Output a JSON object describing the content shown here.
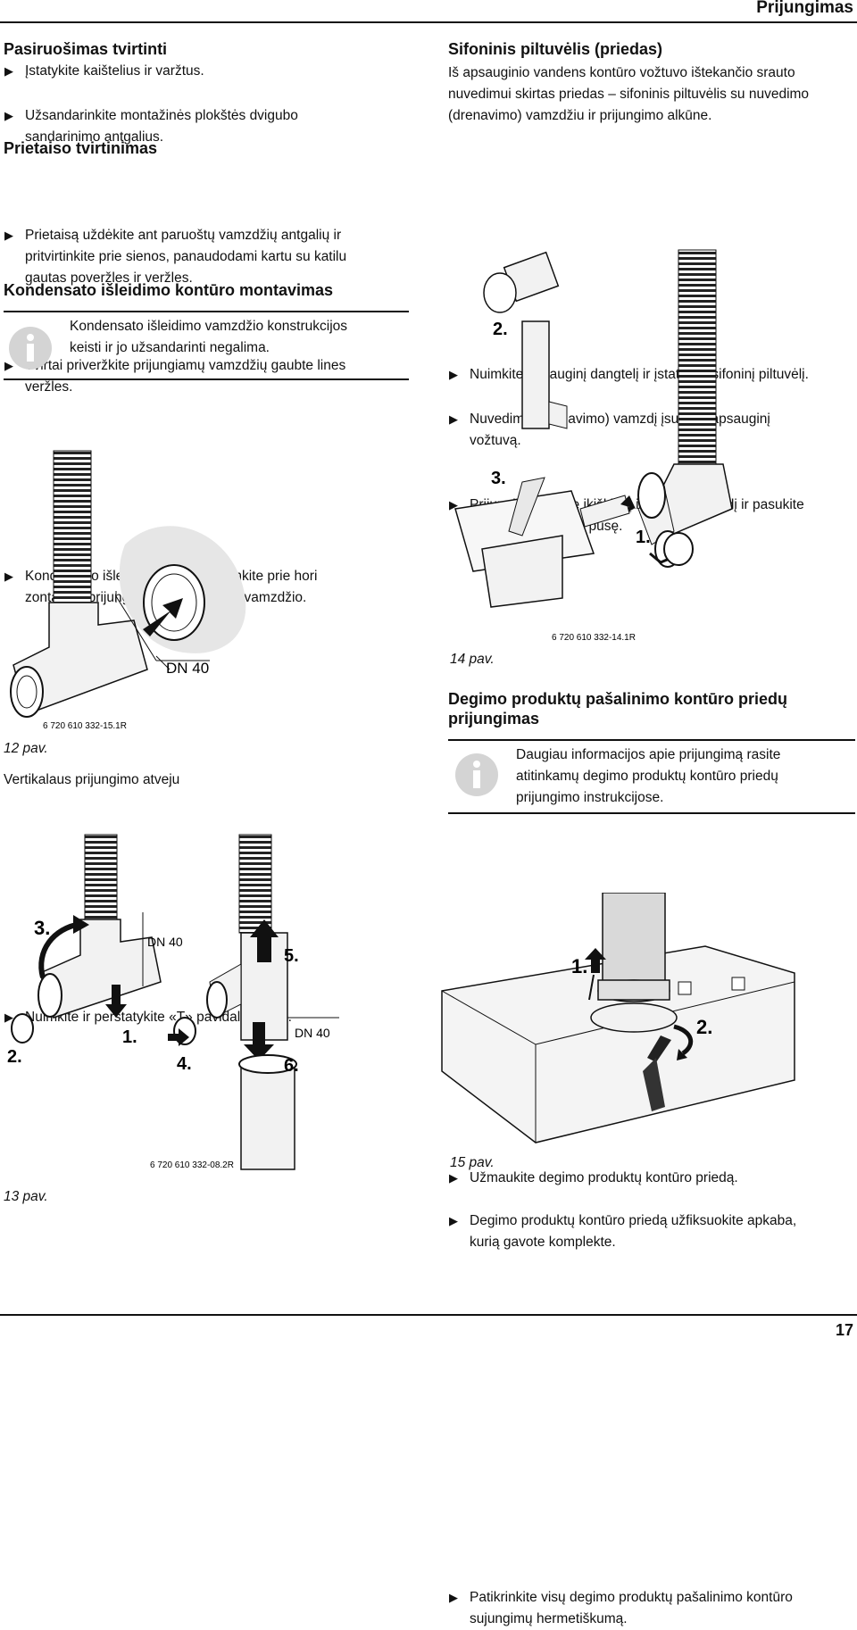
{
  "header": {
    "title": "Prijungimas"
  },
  "left": {
    "s1": {
      "title": "Pasiruošimas tvirtinti",
      "b1": "Įstatykite kaištelius ir varžtus.",
      "b2a": "Užsandarinkite montažinės plokštės dvigubo",
      "b2b": "sandarinimo antgalius."
    },
    "s2": {
      "title": "Prietaiso tvirtinimas",
      "b1a": "Prietaisą uždėkite ant paruoštų vamzdžių antgalių ir",
      "b1b": "pritvirtinkite prie sienos, panaudodami kartu su katilu",
      "b1c": "gautas poveržles ir veržles.",
      "b2a": "Tvirtai priveržkite prijungiamų vamzdžių gaubte lines",
      "b2b": "veržles."
    },
    "s3": {
      "title": "Kondensato išleidimo kontūro montavimas",
      "info1": "Kondensato išleidimo vamzdžio konstrukcijos",
      "info2": "keisti ir jo užsandarinti negalima.",
      "b1a": "Kondensato išleidimo vamzdį prijunkite prie hori",
      "b1b": "zontalaus prijungimo DN 40 atvado vamzdžio."
    },
    "fig12": {
      "label_dn": "DN 40",
      "code": "6 720 610 332-15.1R",
      "caption": "12 pav."
    },
    "vertical": {
      "title": "Vertikalaus prijungimo atveju",
      "b1": "Nuimkite ir perstatykite «T» pavidalo trišakį."
    },
    "fig13": {
      "dn1": "DN 40",
      "dn2": "DN 40",
      "n1": "1.",
      "n2": "2.",
      "n3": "3.",
      "n4": "4.",
      "n5": "5.",
      "n6": "6.",
      "code": "6 720 610 332-08.2R",
      "caption": "13 pav."
    }
  },
  "right": {
    "s1": {
      "title": "Sifoninis piltuvėlis (priedas)",
      "p1": "Iš apsauginio vandens kontūro vožtuvo ištekančio srauto",
      "p2": "nuvedimui skirtas priedas – sifoninis piltuvėlis su nuvedimo",
      "p3": "(drenavimo) vamzdžiu ir prijungimo alkūne.",
      "b1": "Nuimkite apsauginį dangtelį ir įstatykite sifoninį piltuvėlį.",
      "b2a": "Nuvedimo (drenavimo) vamzdį įsukite į apsauginį",
      "b2b": "vožtuvą.",
      "b3a": "Prijungimo alkūnę įkiškite į išleidimo vamzdį ir pasukite",
      "b3b": "į sifoninio piltuvėlio pusę."
    },
    "fig14": {
      "n1": "1.",
      "n2": "2.",
      "n3": "3.",
      "code": "6 720 610 332-14.1R",
      "caption": "14 pav."
    },
    "s2": {
      "title1": "Degimo produktų pašalinimo kontūro priedų",
      "title2": "prijungimas",
      "info1": "Daugiau informacijos apie prijungimą rasite",
      "info2": "atitinkamų degimo produktų kontūro priedų",
      "info3": "prijungimo instrukcijose.",
      "b1": "Užmaukite degimo produktų kontūro priedą.",
      "b2a": "Degimo produktų kontūro priedą užfiksuokite apkaba,",
      "b2b": "kurią gavote komplekte."
    },
    "fig15": {
      "n1": "1.",
      "n2": "2.",
      "caption": "15 pav."
    },
    "s3": {
      "b1a": "Patikrinkite visų degimo produktų pašalinimo kontūro",
      "b1b": "sujungimų hermetiškumą."
    }
  },
  "footer": {
    "page": "17"
  },
  "icons": [
    "bullet-arrow-icon",
    "info-icon"
  ]
}
